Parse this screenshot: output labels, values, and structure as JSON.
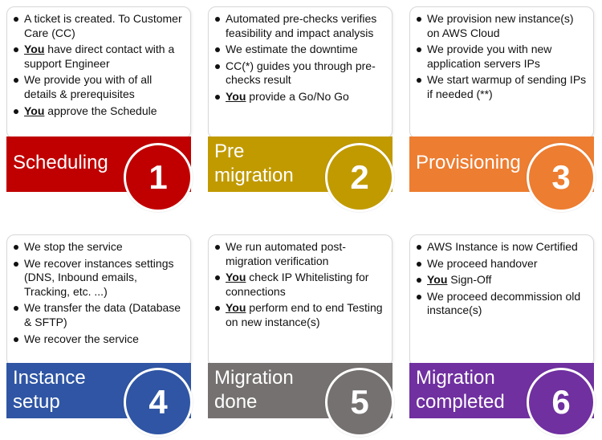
{
  "cards": [
    {
      "number": "1",
      "title_line1": "Scheduling",
      "title_line2": "",
      "color": "#c00000",
      "bullets": [
        {
          "pre": "",
          "em": "",
          "text": "A ticket is created. To Customer Care (CC)"
        },
        {
          "pre": "",
          "em": "You",
          "text": " have direct contact with a support Engineer"
        },
        {
          "pre": "",
          "em": "",
          "text": "We provide  you with of all details & prerequisites"
        },
        {
          "pre": "",
          "em": "You",
          "text": " approve the Schedule"
        }
      ]
    },
    {
      "number": "2",
      "title_line1": "Pre",
      "title_line2": "migration",
      "color": "#c19a00",
      "bullets": [
        {
          "pre": "",
          "em": "",
          "text": "Automated pre-checks verifies feasibility and impact analysis"
        },
        {
          "pre": "",
          "em": "",
          "text": "We estimate the downtime"
        },
        {
          "pre": "",
          "em": "",
          "text": "CC(*) guides you through pre-checks result"
        },
        {
          "pre": "",
          "em": "You",
          "text": " provide a Go/No Go"
        }
      ]
    },
    {
      "number": "3",
      "title_line1": "Provisioning",
      "title_line2": "",
      "color": "#ed7d31",
      "bullets": [
        {
          "pre": "",
          "em": "",
          "text": "We  provision new instance(s) on AWS Cloud"
        },
        {
          "pre": "",
          "em": "",
          "text": "We provide you with new application servers IPs"
        },
        {
          "pre": "",
          "em": "",
          "text": "We start warmup of sending IPs if needed (**)"
        }
      ]
    },
    {
      "number": "4",
      "title_line1": "Instance",
      "title_line2": "setup",
      "color": "#2f55a4",
      "bullets": [
        {
          "pre": "",
          "em": "",
          "text": "We stop the service"
        },
        {
          "pre": "",
          "em": "",
          "text": "We recover instances settings (DNS, Inbound emails, Tracking, etc. ...)"
        },
        {
          "pre": "",
          "em": "",
          "text": "We transfer the data (Database & SFTP)"
        },
        {
          "pre": "",
          "em": "",
          "text": "We recover the service"
        }
      ]
    },
    {
      "number": "5",
      "title_line1": "Migration",
      "title_line2": "done",
      "color": "#767171",
      "bullets": [
        {
          "pre": "",
          "em": "",
          "text": "We run automated post-migration verification"
        },
        {
          "pre": "",
          "em": "You",
          "text": " check  IP Whitelisting for connections"
        },
        {
          "pre": "",
          "em": "You",
          "text": " perform end to end Testing on new instance(s)"
        }
      ]
    },
    {
      "number": "6",
      "title_line1": "Migration",
      "title_line2": "completed",
      "color": "#7030a0",
      "bullets": [
        {
          "pre": "",
          "em": "",
          "text": "AWS Instance is now Certified"
        },
        {
          "pre": "",
          "em": "",
          "text": "We proceed handover"
        },
        {
          "pre": "",
          "em": "You",
          "text": " Sign-Off"
        },
        {
          "pre": "",
          "em": "",
          "text": "We proceed decommission old instance(s)"
        }
      ]
    }
  ]
}
